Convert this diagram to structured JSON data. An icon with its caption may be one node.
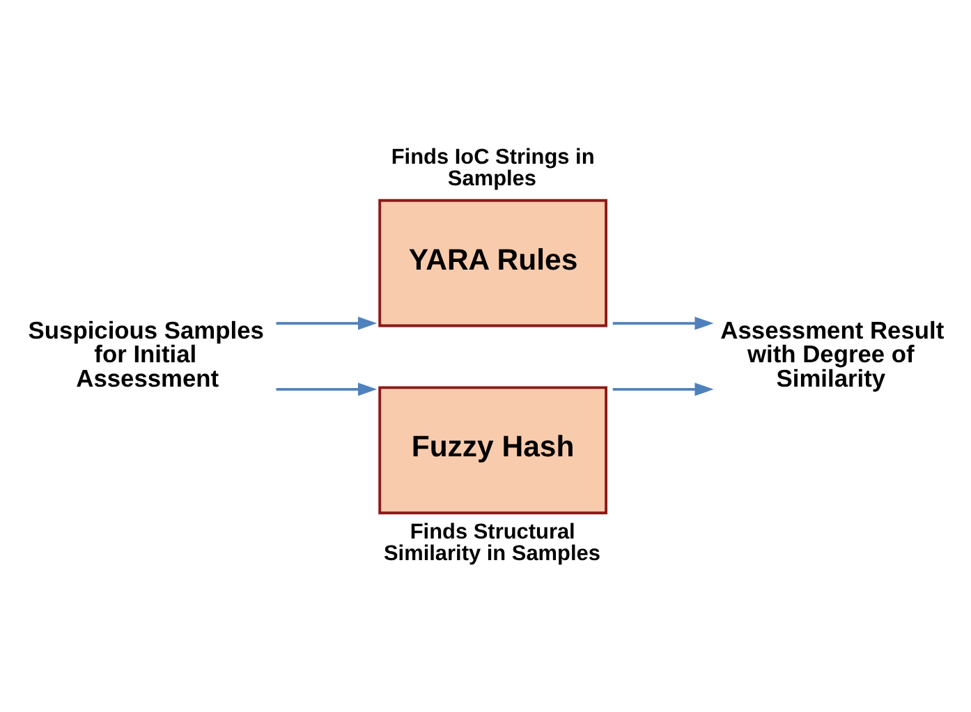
{
  "diagram": {
    "nodes": [
      {
        "text": [
          "Suspicious Samples for Initial Assessment"
        ]
      },
      {
        "text": [
          "YARA Rules"
        ],
        "beside": [
          "Finds IoC Strings in Samples"
        ]
      },
      {
        "text": [
          "Fuzzy Hash"
        ],
        "beside": [
          "Finds Structural Similarity in Samples"
        ]
      },
      {
        "text": [
          "Assessment Result with Degree of Similarity"
        ]
      }
    ],
    "edges": [
      {
        "from": 0,
        "to": 1,
        "arrow": "to"
      },
      {
        "from": 0,
        "to": 2,
        "arrow": "to"
      },
      {
        "from": 1,
        "to": 3,
        "arrow": "to"
      },
      {
        "from": 2,
        "to": 3,
        "arrow": "to"
      }
    ]
  }
}
